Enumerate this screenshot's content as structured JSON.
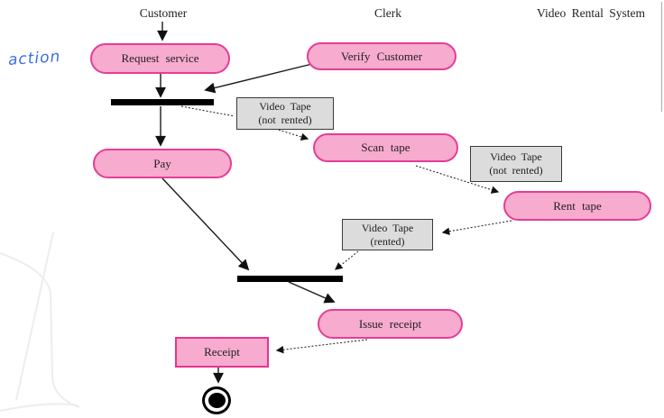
{
  "diagram": {
    "lanes": [
      {
        "label": "Customer"
      },
      {
        "label": "Clerk"
      },
      {
        "label": "Video Rental System"
      }
    ],
    "annotation": {
      "label": "action",
      "color": "#3b6de3"
    },
    "activities": [
      {
        "id": "request-service",
        "label": "Request service"
      },
      {
        "id": "verify-customer",
        "label": "Verify Customer"
      },
      {
        "id": "pay",
        "label": "Pay"
      },
      {
        "id": "scan-tape",
        "label": "Scan tape"
      },
      {
        "id": "rent-tape",
        "label": "Rent tape"
      },
      {
        "id": "issue-receipt",
        "label": "Issue receipt"
      }
    ],
    "objects": [
      {
        "id": "video-tape-not-rented-1",
        "lines": [
          "Video Tape",
          "(not rented)"
        ]
      },
      {
        "id": "video-tape-not-rented-2",
        "lines": [
          "Video Tape",
          "(not rented)"
        ]
      },
      {
        "id": "video-tape-rented",
        "lines": [
          "Video Tape",
          "(rented)"
        ]
      },
      {
        "id": "receipt",
        "label": "Receipt"
      }
    ],
    "colors": {
      "activity_fill": "#f7abce",
      "activity_border": "#e63d96",
      "object_fill": "#dcdcdc",
      "object_border": "#3a3a3a",
      "sync_bar": "#000000",
      "annotation_blue": "#3b6de3"
    }
  }
}
